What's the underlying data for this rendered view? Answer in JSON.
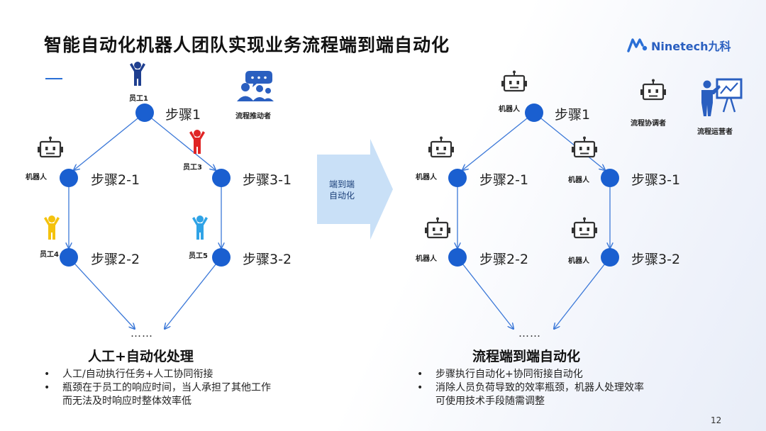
{
  "title": "智能自动化机器人团队实现业务流程端到端自动化",
  "logo": {
    "text": "Ninetech九科"
  },
  "left": {
    "steps": [
      "步骤1",
      "步骤2-1",
      "步骤3-1",
      "步骤2-2",
      "步骤3-2"
    ],
    "roles": [
      "员工1",
      "机器人",
      "员工3",
      "员工4",
      "员工5",
      "流程推动者"
    ],
    "dots": "……",
    "heading": "人工+自动化处理",
    "bullets": [
      "人工/自动执行任务+人工协同衔接",
      "瓶颈在于员工的响应时间，当人承担了其他工作而无法及时响应时整体效率低"
    ]
  },
  "middle_arrow": {
    "line1": "端到端",
    "line2": "自动化"
  },
  "right": {
    "steps": [
      "步骤1",
      "步骤2-1",
      "步骤3-1",
      "步骤2-2",
      "步骤3-2"
    ],
    "roles": [
      "机器人",
      "机器人",
      "机器人",
      "机器人",
      "机器人",
      "流程协调者",
      "流程运营者"
    ],
    "dots": "……",
    "heading": "流程端到端自动化",
    "bullets": [
      "步骤执行自动化+协同衔接自动化",
      "消除人员负荷导致的效率瓶颈，机器人处理效率可使用技术手段随需调整"
    ]
  },
  "page_number": "12",
  "colors": {
    "node": "#1a5fd0",
    "line": "#3b78d8",
    "arrow": "#c9e0f7",
    "employee1": "#1f3f8f",
    "employee3": "#e02424",
    "employee4": "#f4c20d",
    "employee5": "#2fa3e6"
  }
}
